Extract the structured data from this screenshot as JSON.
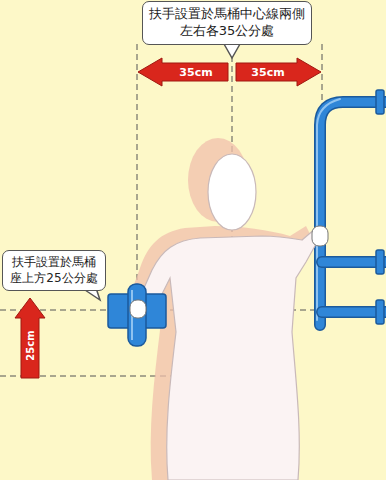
{
  "diagram": {
    "nodes": [
      {
        "text": [
          "扶手設置於馬桶中心線兩側左右各35公分處"
        ]
      },
      {
        "text": [
          "扶手設置於馬桶座上方25公分處"
        ]
      }
    ],
    "labels": [
      "35cm",
      "35cm",
      "25cm"
    ]
  }
}
